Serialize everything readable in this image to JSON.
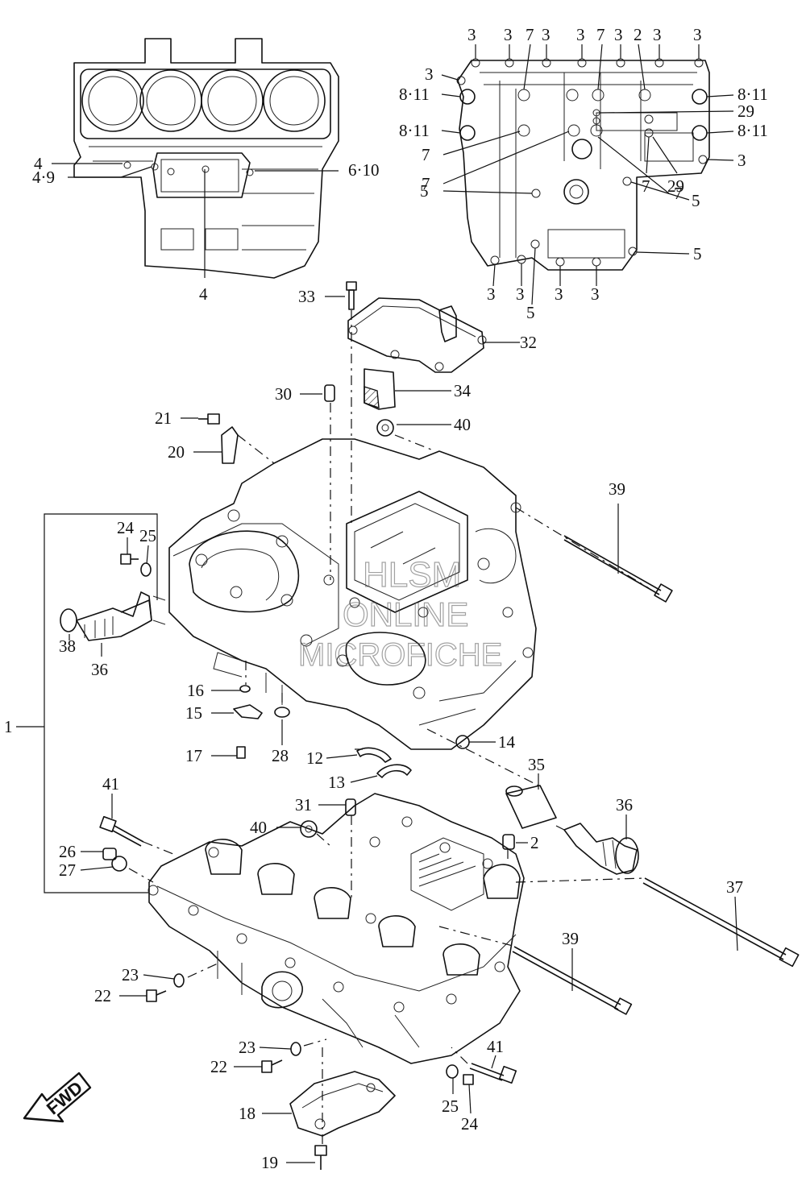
{
  "labels": {
    "top_left": [
      "4",
      "4·9",
      "4",
      "6·10"
    ],
    "top_right_top": [
      "3",
      "3",
      "7",
      "3",
      "3",
      "7",
      "3",
      "2",
      "3",
      "3"
    ],
    "top_right_side": [
      "3",
      "8·11",
      "8·11",
      "7",
      "7",
      "5",
      "8·11",
      "29",
      "8·11",
      "3",
      "7",
      "29",
      "5",
      "7",
      "5"
    ],
    "top_right_bottom": [
      "3",
      "3",
      "5",
      "3",
      "3"
    ],
    "upper_case": [
      "33",
      "32",
      "30",
      "34",
      "21",
      "40",
      "20",
      "39",
      "24",
      "25",
      "38",
      "36",
      "16",
      "15",
      "17",
      "28",
      "14",
      "12",
      "13",
      "1"
    ],
    "lower_case": [
      "35",
      "41",
      "31",
      "36",
      "40",
      "2",
      "26",
      "27",
      "37",
      "39",
      "23",
      "22",
      "23",
      "22",
      "41",
      "25",
      "24",
      "18",
      "19"
    ]
  },
  "watermark": {
    "line1": "HLSM",
    "line2": "ONLINE",
    "line3": "MICROFICHE"
  },
  "fwd_label": "FWD"
}
